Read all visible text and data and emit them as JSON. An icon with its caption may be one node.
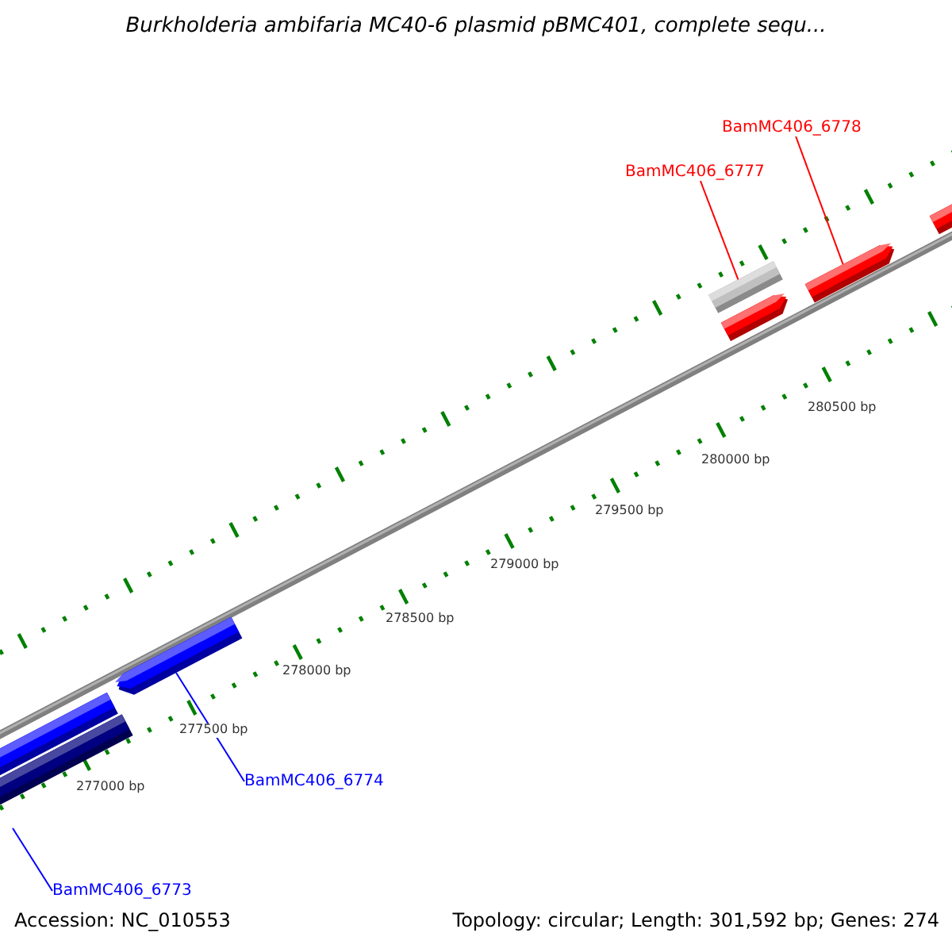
{
  "diagram": {
    "title": "Burkholderia ambifaria MC40-6 plasmid pBMC401, complete sequ...",
    "nodes": [
      {
        "text": [
          "BamMC406_6778"
        ]
      },
      {
        "text": [
          "BamMC406_6777"
        ]
      },
      {
        "text": [],
        "shape": "bar"
      },
      {
        "text": [],
        "shape": "bar"
      },
      {
        "text": [],
        "shape": "bar"
      },
      {
        "text": [],
        "shape": "bar"
      },
      {
        "text": [],
        "shape": "bar"
      },
      {
        "text": [],
        "shape": "bar"
      },
      {
        "text": [],
        "shape": "bar"
      },
      {
        "text": [
          "BamMC406_6774"
        ]
      },
      {
        "text": [
          "BamMC406_6773"
        ]
      }
    ],
    "edges": [
      {
        "from": 0,
        "to": 3,
        "arrow": "none",
        "color": "#ff0000"
      },
      {
        "from": 1,
        "to": 4,
        "arrow": "none",
        "color": "#ff0000"
      },
      {
        "from": 9,
        "to": 6,
        "arrow": "none",
        "color": "#0000ff"
      },
      {
        "from": 10,
        "to": null,
        "arrow": "none",
        "color": "#0000ff"
      }
    ],
    "labels": [
      "280500 bp",
      "280000 bp",
      "279500 bp",
      "279000 bp",
      "278500 bp",
      "278000 bp",
      "277500 bp",
      "277000 bp",
      "Accession: NC_010553",
      "Topology: circular; Length: 301,592 bp; Genes: 274"
    ]
  }
}
